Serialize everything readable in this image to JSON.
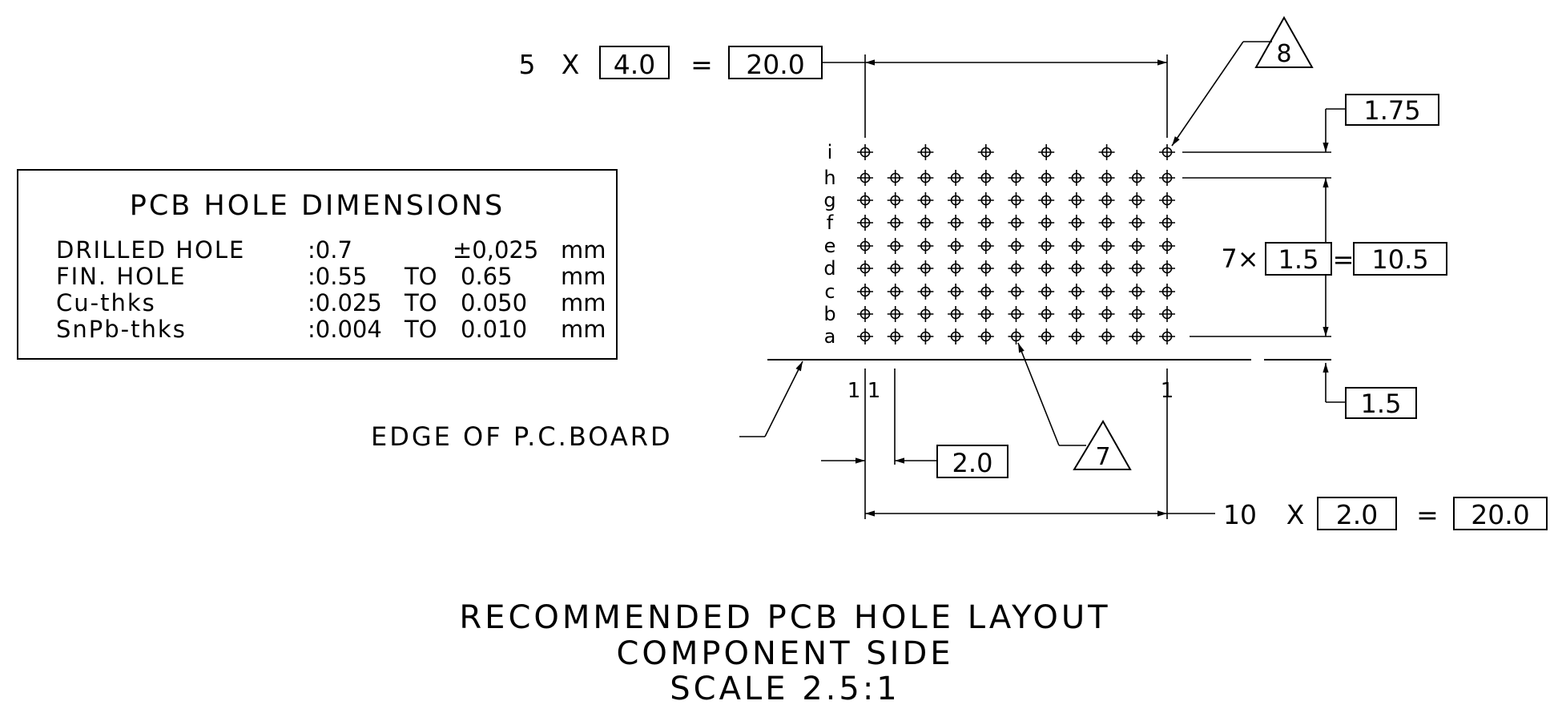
{
  "table": {
    "title": "PCB HOLE DIMENSIONS",
    "rows": [
      {
        "label": "DRILLED HOLE",
        "value": ":0.7",
        "to": "",
        "max": "±0,025",
        "unit": "mm"
      },
      {
        "label": "FIN. HOLE",
        "value": ":0.55",
        "to": "TO",
        "max": "0.65",
        "unit": "mm"
      },
      {
        "label": "Cu-thks",
        "value": ":0.025",
        "to": "TO",
        "max": "0.050",
        "unit": "mm"
      },
      {
        "label": "SnPb-thks",
        "value": ":0.004",
        "to": "TO",
        "max": "0.010",
        "unit": "mm"
      }
    ]
  },
  "grid": {
    "row_letters": [
      "i",
      "h",
      "g",
      "f",
      "e",
      "d",
      "c",
      "b",
      "a"
    ],
    "columns": 11,
    "row_i_columns": [
      0,
      2,
      4,
      6,
      8,
      10
    ]
  },
  "dims": {
    "top_count": "5",
    "top_x": "X",
    "top_pitch": "4.0",
    "top_eq": "=",
    "top_total": "20.0",
    "right_count": "7×",
    "right_pitch": "1.5",
    "right_eq": "=",
    "right_total": "10.5",
    "offset_top": "1.75",
    "offset_bottom": "1.5",
    "col_offset": "2.0",
    "bottom_count": "10",
    "bottom_x": "X",
    "bottom_pitch": "2.0",
    "bottom_eq": "=",
    "bottom_total": "20.0",
    "pin1_left": "1",
    "pin1_second": "1",
    "pin1_right": "1"
  },
  "callouts": {
    "note8": "8",
    "note7": "7",
    "edge_label": "EDGE OF P.C.BOARD"
  },
  "caption": {
    "line1": "RECOMMENDED PCB HOLE LAYOUT",
    "line2": "COMPONENT SIDE",
    "line3": "SCALE 2.5:1"
  }
}
